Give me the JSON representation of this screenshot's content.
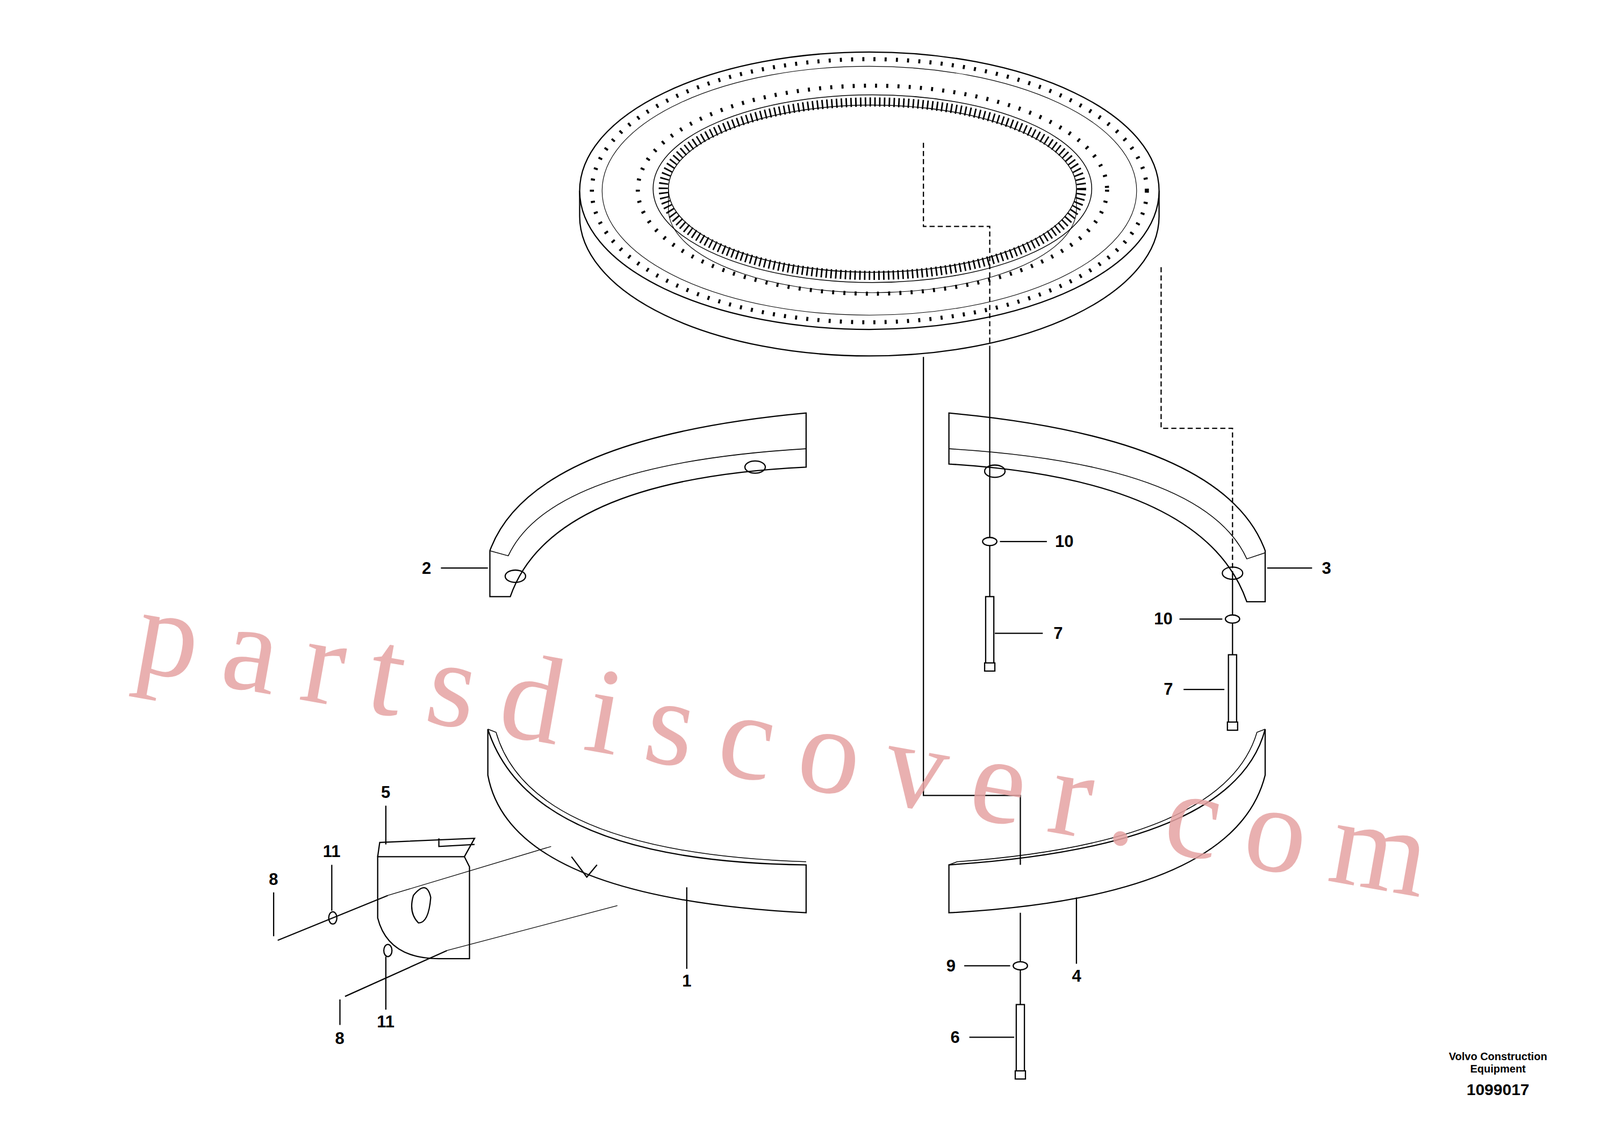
{
  "diagram": {
    "labels": [
      "2",
      "3",
      "10",
      "7",
      "10",
      "7",
      "5",
      "11",
      "8",
      "8",
      "11",
      "1",
      "4",
      "9",
      "6",
      "partsdiscover.com",
      "Volvo Construction Equipment",
      "1099017"
    ]
  }
}
